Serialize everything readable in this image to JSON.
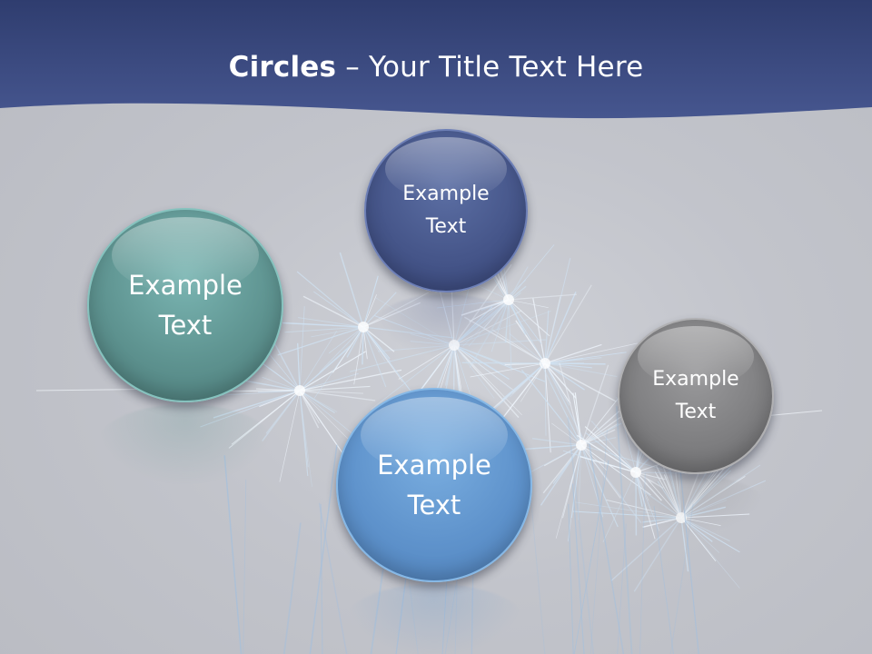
{
  "slide": {
    "title_bold": "Circles",
    "title_rest": " – Your Title Text Here",
    "colors": {
      "header": "#3a4a85",
      "background": "#c5c7cd",
      "circle_teal": "#5e9390",
      "circle_navy": "#46568a",
      "circle_blue": "#5f93cc",
      "circle_gray": "#7f7f81"
    },
    "background_image": "fireworks"
  },
  "circles": [
    {
      "label": "Example\nText"
    },
    {
      "label": "Example\nText"
    },
    {
      "label": "Example\nText"
    },
    {
      "label": "Example\nText"
    }
  ]
}
